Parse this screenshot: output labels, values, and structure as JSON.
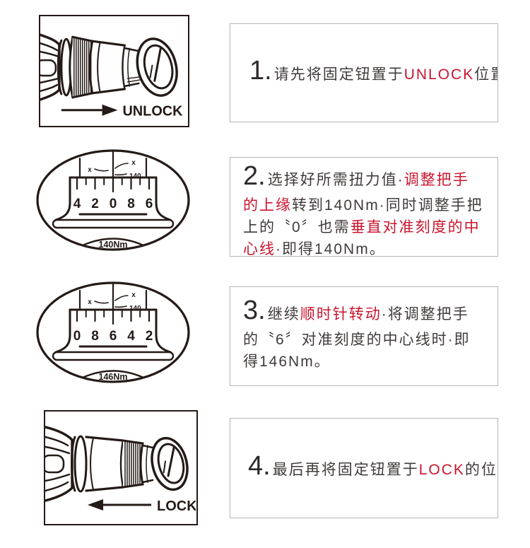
{
  "palette": {
    "ink": "#241a17",
    "text": "#3f3b3a",
    "accent_red": "#c9152f",
    "box_border": "#b5b5b6"
  },
  "steps": [
    {
      "num": "1.",
      "lines": [
        [
          {
            "t": "请先将固定钮置于"
          },
          {
            "t": "UNLOCK",
            "red": true
          },
          {
            "t": "位置"
          }
        ]
      ]
    },
    {
      "num": "2.",
      "lines": [
        [
          {
            "t": "选择好所需扭力值·"
          },
          {
            "t": "调整把手",
            "red": true
          }
        ],
        [
          {
            "t": "的上缘",
            "red": true
          },
          {
            "t": "转到140Nm·同时调整手把"
          }
        ],
        [
          {
            "t": "上的〝0〞也需"
          },
          {
            "t": "垂直对准刻度的中",
            "red": true
          }
        ],
        [
          {
            "t": "心线",
            "red": true
          },
          {
            "t": "·即得140Nm。"
          }
        ]
      ]
    },
    {
      "num": "3.",
      "lines": [
        [
          {
            "t": "继续"
          },
          {
            "t": "顺时针转动",
            "red": true
          },
          {
            "t": "·将调整把手"
          }
        ],
        [
          {
            "t": "的〝6〞对准刻度的中心线时·即"
          }
        ],
        [
          {
            "t": "得146Nm。"
          }
        ]
      ]
    },
    {
      "num": "4.",
      "lines": [
        [
          {
            "t": "最后再将固定钮置于"
          },
          {
            "t": "LOCK",
            "red": true
          },
          {
            "t": "的位置"
          }
        ]
      ]
    }
  ],
  "figures": {
    "unlock": {
      "label": "UNLOCK"
    },
    "lock": {
      "label": "LOCK"
    },
    "dial140": {
      "left_mark": "x",
      "right_mark": "x",
      "micro_value": "140",
      "scale": [
        "4",
        "2",
        "0",
        "8",
        "6"
      ],
      "reading": "140Nm"
    },
    "dial146": {
      "left_mark": "x",
      "right_mark": "x",
      "micro_value": "140",
      "scale": [
        "0",
        "8",
        "6",
        "4",
        "2"
      ],
      "reading": "146Nm"
    }
  }
}
